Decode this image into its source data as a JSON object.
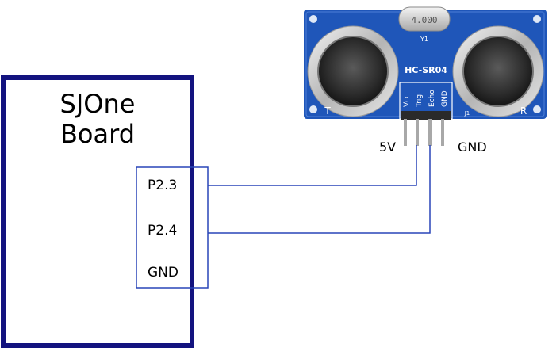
{
  "board": {
    "title_line1": "SJOne",
    "title_line2": "Board",
    "pins": [
      "P2.3",
      "P2.4",
      "GND"
    ]
  },
  "sensor": {
    "model": "HC-SR04",
    "crystal": "4.000",
    "crystal_ref": "Y1",
    "header_ref": "J1",
    "transmit_mark": "T",
    "receive_mark": "R",
    "pins": [
      "Vcc",
      "Trig",
      "Echo",
      "GND"
    ]
  },
  "labels": {
    "five_volt": "5V",
    "ground": "GND"
  },
  "colors": {
    "board_outline": "#13137f",
    "wire": "#2845b8",
    "pcb": "#1f56b9",
    "pin_metal": "#a8a8a8"
  }
}
